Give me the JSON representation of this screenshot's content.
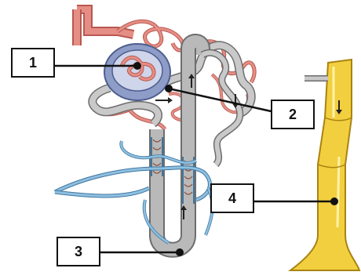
{
  "labels": {
    "label_1": "1",
    "label_2": "2",
    "label_3": "3",
    "label_4": "4"
  },
  "colors": {
    "artery": "#d9786f",
    "artery_dark": "#b85850",
    "vein": "#6ea3c8",
    "vein_dark": "#3f76a0",
    "tubule": "#b3b3b3",
    "tubule_dark": "#6d6d6d",
    "collecting_duct": "#f2cf3f",
    "collecting_duct_dark": "#a98312",
    "capsule": "#7d8fbf"
  }
}
